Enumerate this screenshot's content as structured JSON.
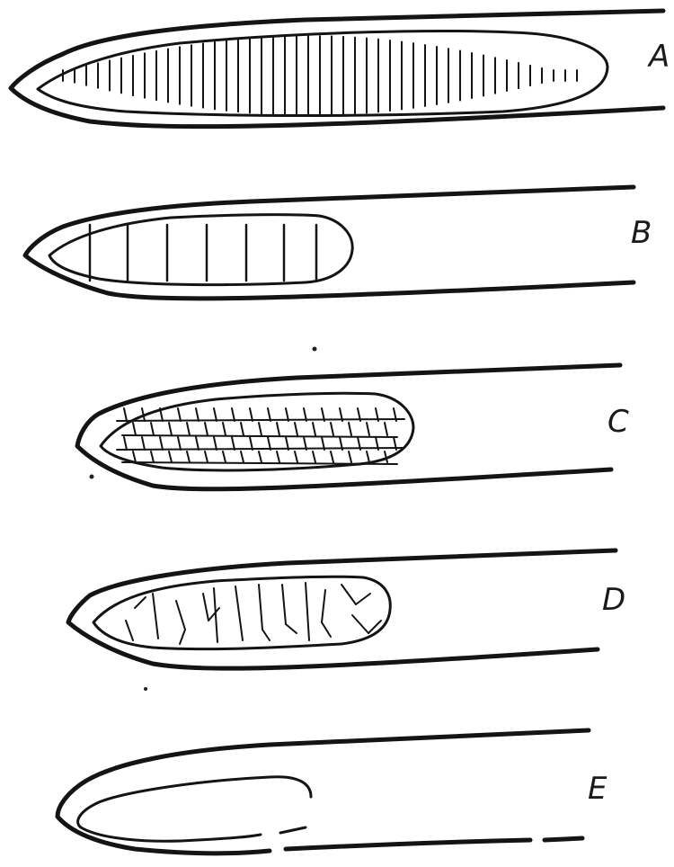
{
  "figure": {
    "panels": [
      {
        "label": "A",
        "pattern": "fine-transverse-lines"
      },
      {
        "label": "B",
        "pattern": "coarse-transverse-lines"
      },
      {
        "label": "C",
        "pattern": "reticulate-cells"
      },
      {
        "label": "D",
        "pattern": "irregular-branching-lines"
      },
      {
        "label": "E",
        "pattern": "empty-outline"
      }
    ],
    "colors": {
      "ink": "#141414",
      "paper": "#ffffff"
    }
  }
}
